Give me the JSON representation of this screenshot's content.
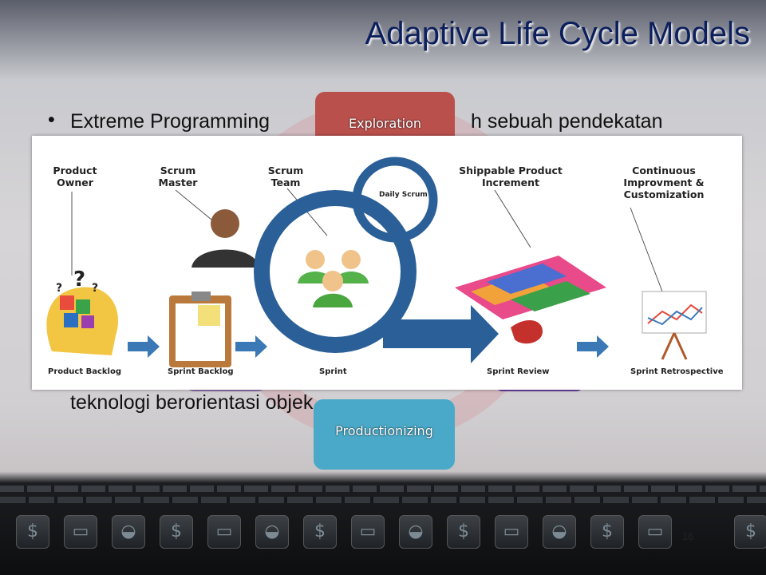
{
  "title": "Adaptive Life Cycle Models",
  "bullet_visible_a": "Extreme Programming",
  "bullet_visible_b": "h sebuah pendekatan",
  "bullet_visible_c": "teknologi berorientasi objek",
  "phases": {
    "exploration": "Exploration",
    "productionizing": "Productionizing"
  },
  "scrum": {
    "labels": {
      "product_owner": "Product Owner",
      "scrum_master": "Scrum Master",
      "scrum_team": "Scrum Team",
      "daily_scrum": "Daily Scrum",
      "shippable": "Shippable Product Increment",
      "continuous": "Continuous Improvment & Customization"
    },
    "bottom": {
      "product_backlog": "Product Backlog",
      "sprint_backlog": "Sprint Backlog",
      "sprint": "Sprint",
      "sprint_review": "Sprint Review",
      "sprint_retrospective": "Sprint Retrospective"
    }
  },
  "footer": {
    "page_number": "16"
  },
  "colors": {
    "title": "#0c1f5c",
    "exploration": "#b9504c",
    "productionizing": "#4aa9c8",
    "scrum_blue": "#2b5f97"
  }
}
